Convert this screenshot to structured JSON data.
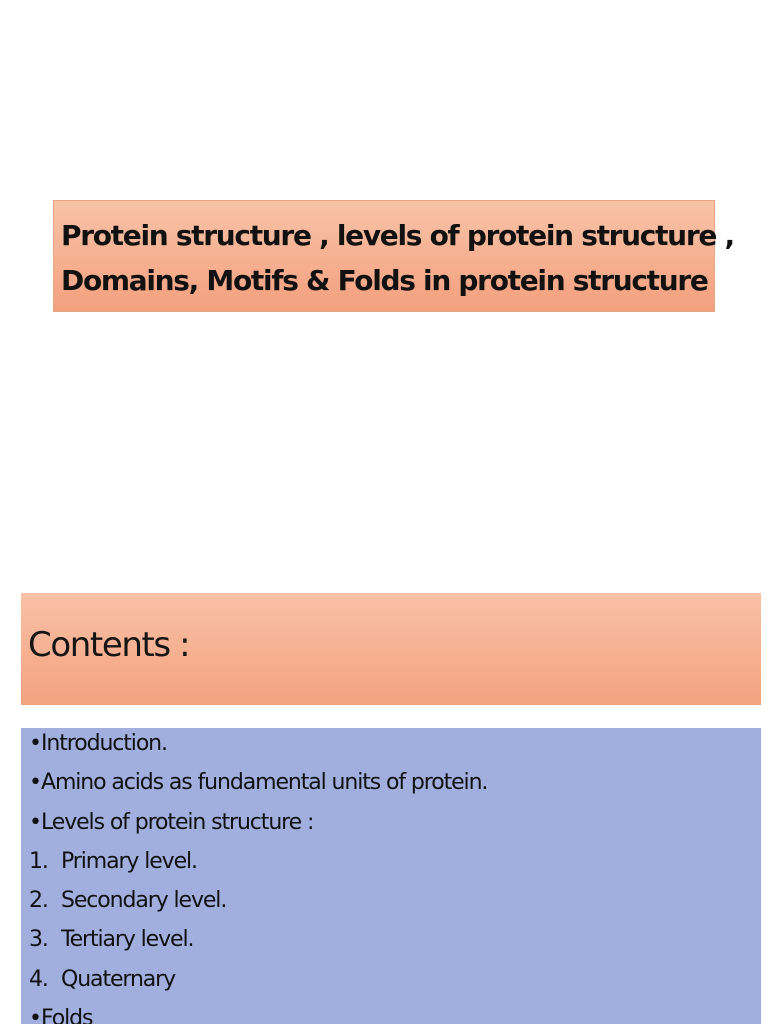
{
  "title": {
    "line1": "Protein structure , levels of protein structure ,",
    "line2": "Domains, Motifs & Folds in protein structure"
  },
  "contents": {
    "heading": "Contents :",
    "items": [
      {
        "marker": "•",
        "text": "Introduction."
      },
      {
        "marker": "•",
        "text": "Amino acids as fundamental units of protein."
      },
      {
        "marker": "•",
        "text": "Levels of protein structure :"
      },
      {
        "marker": "1.",
        "text": "Primary level."
      },
      {
        "marker": "2.",
        "text": "Secondary level."
      },
      {
        "marker": "3.",
        "text": "Tertiary level."
      },
      {
        "marker": "4.",
        "text": "Quaternary"
      },
      {
        "marker": "•",
        "text": "Folds"
      }
    ]
  }
}
